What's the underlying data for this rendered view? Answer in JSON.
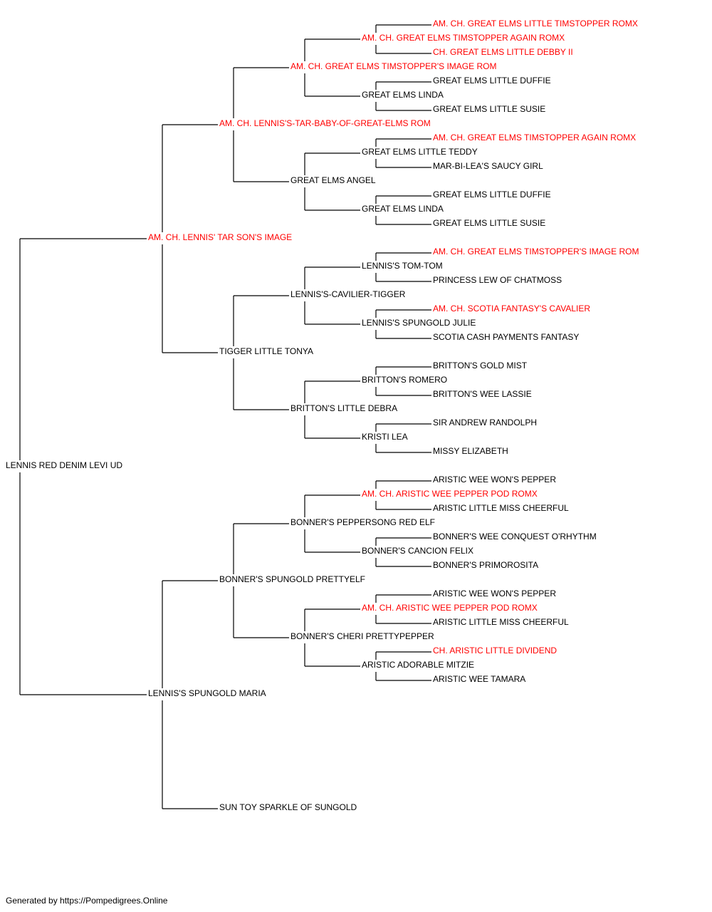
{
  "pedigree": {
    "name": "LENNIS RED DENIM LEVI UD",
    "ch": false,
    "sire": {
      "name": "AM. CH. LENNIS' TAR SON'S IMAGE",
      "ch": true,
      "sire": {
        "name": "AM. CH. LENNIS'S-TAR-BABY-OF-GREAT-ELMS ROM",
        "ch": true,
        "sire": {
          "name": "AM. CH. GREAT ELMS TIMSTOPPER'S IMAGE ROM",
          "ch": true,
          "sire": {
            "name": "AM. CH. GREAT ELMS TIMSTOPPER AGAIN ROMX",
            "ch": true,
            "sire": {
              "name": "AM. CH. GREAT ELMS LITTLE TIMSTOPPER ROMX",
              "ch": true
            },
            "dam": {
              "name": "CH. GREAT ELMS LITTLE DEBBY II",
              "ch": true
            }
          },
          "dam": {
            "name": "GREAT ELMS LINDA",
            "ch": false,
            "sire": {
              "name": "GREAT ELMS LITTLE DUFFIE",
              "ch": false
            },
            "dam": {
              "name": "GREAT ELMS LITTLE SUSIE",
              "ch": false
            }
          }
        },
        "dam": {
          "name": "GREAT ELMS ANGEL",
          "ch": false,
          "sire": {
            "name": "GREAT ELMS LITTLE TEDDY",
            "ch": false,
            "sire": {
              "name": "AM. CH. GREAT ELMS TIMSTOPPER AGAIN ROMX",
              "ch": true
            },
            "dam": {
              "name": "MAR-BI-LEA'S SAUCY GIRL",
              "ch": false
            }
          },
          "dam": {
            "name": "GREAT ELMS LINDA",
            "ch": false,
            "sire": {
              "name": "GREAT ELMS LITTLE DUFFIE",
              "ch": false
            },
            "dam": {
              "name": "GREAT ELMS LITTLE SUSIE",
              "ch": false
            }
          }
        }
      },
      "dam": {
        "name": "TIGGER LITTLE TONYA",
        "ch": false,
        "sire": {
          "name": "LENNIS'S-CAVILIER-TIGGER",
          "ch": false,
          "sire": {
            "name": "LENNIS'S TOM-TOM",
            "ch": false,
            "sire": {
              "name": "AM. CH. GREAT ELMS TIMSTOPPER'S IMAGE ROM",
              "ch": true
            },
            "dam": {
              "name": "PRINCESS LEW OF CHATMOSS",
              "ch": false
            }
          },
          "dam": {
            "name": "LENNIS'S SPUNGOLD JULIE",
            "ch": false,
            "sire": {
              "name": "AM. CH. SCOTIA FANTASY'S CAVALIER",
              "ch": true
            },
            "dam": {
              "name": "SCOTIA CASH PAYMENTS FANTASY",
              "ch": false
            }
          }
        },
        "dam": {
          "name": "BRITTON'S LITTLE DEBRA",
          "ch": false,
          "sire": {
            "name": "BRITTON'S ROMERO",
            "ch": false,
            "sire": {
              "name": "BRITTON'S GOLD MIST",
              "ch": false
            },
            "dam": {
              "name": "BRITTON'S WEE LASSIE",
              "ch": false
            }
          },
          "dam": {
            "name": "KRISTI LEA",
            "ch": false,
            "sire": {
              "name": "SIR ANDREW RANDOLPH",
              "ch": false
            },
            "dam": {
              "name": "MISSY ELIZABETH",
              "ch": false
            }
          }
        }
      }
    },
    "dam": {
      "name": "LENNIS'S SPUNGOLD MARIA",
      "ch": false,
      "sire": {
        "name": "BONNER'S SPUNGOLD PRETTYELF",
        "ch": false,
        "sire": {
          "name": "BONNER'S PEPPERSONG RED ELF",
          "ch": false,
          "sire": {
            "name": "AM. CH. ARISTIC WEE PEPPER POD ROMX",
            "ch": true,
            "sire": {
              "name": "ARISTIC WEE WON'S PEPPER",
              "ch": false
            },
            "dam": {
              "name": "ARISTIC LITTLE MISS CHEERFUL",
              "ch": false
            }
          },
          "dam": {
            "name": "BONNER'S CANCION FELIX",
            "ch": false,
            "sire": {
              "name": "BONNER'S WEE CONQUEST O'RHYTHM",
              "ch": false
            },
            "dam": {
              "name": "BONNER'S PRIMOROSITA",
              "ch": false
            }
          }
        },
        "dam": {
          "name": "BONNER'S CHERI PRETTYPEPPER",
          "ch": false,
          "sire": {
            "name": "AM. CH. ARISTIC WEE PEPPER POD ROMX",
            "ch": true,
            "sire": {
              "name": "ARISTIC WEE WON'S PEPPER",
              "ch": false
            },
            "dam": {
              "name": "ARISTIC LITTLE MISS CHEERFUL",
              "ch": false
            }
          },
          "dam": {
            "name": "ARISTIC ADORABLE MITZIE",
            "ch": false,
            "sire": {
              "name": "CH. ARISTIC LITTLE DIVIDEND",
              "ch": true
            },
            "dam": {
              "name": "ARISTIC WEE TAMARA",
              "ch": false
            }
          }
        }
      },
      "dam": {
        "name": "SUN TOY SPARKLE OF SUNGOLD",
        "ch": false
      }
    }
  },
  "footer": "Generated by https://Pompedigrees.Online",
  "colors": {
    "champion": "#ff0000",
    "normal": "#000000",
    "line": "#000000"
  }
}
